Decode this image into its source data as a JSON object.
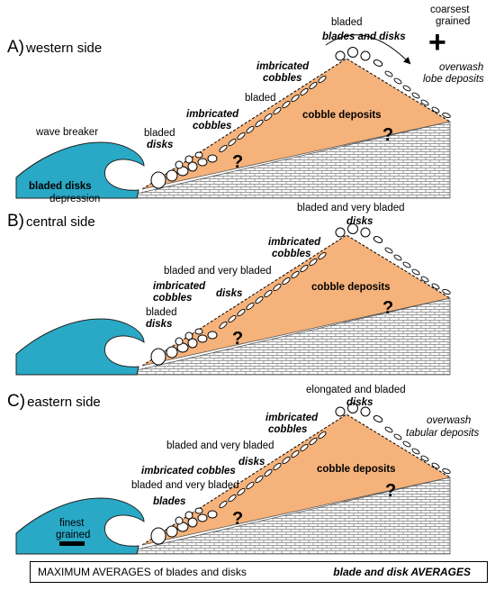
{
  "panels": [
    {
      "letter": "A)",
      "name": "western side",
      "labels": {
        "bladed_top": "bladed",
        "blades_disks": "blades and disks",
        "coarsest": [
          "coarsest",
          "grained"
        ],
        "plus": "+",
        "overwash": [
          "overwash",
          "lobe deposits"
        ],
        "imbricated_upper": [
          "imbricated",
          "cobbles"
        ],
        "bladed_mid": "bladed",
        "imbricated_lower": [
          "imbricated",
          "cobbles"
        ],
        "bladed_low": [
          "bladed",
          "disks"
        ],
        "wave_breaker": "wave breaker",
        "wave_text": "bladed disks",
        "depression": "depression",
        "cobble_deposits": "cobble deposits",
        "question": "?"
      }
    },
    {
      "letter": "B)",
      "name": "central side",
      "labels": {
        "top": [
          "bladed and very bladed",
          "disks"
        ],
        "imbricated_upper": [
          "imbricated",
          "cobbles"
        ],
        "bladed_vb": "bladed and very bladed",
        "imbricated_lower": [
          "imbricated",
          "cobbles"
        ],
        "disks_mid": "disks",
        "bladed_low": [
          "bladed",
          "disks"
        ],
        "cobble_deposits": "cobble deposits",
        "question": "?"
      }
    },
    {
      "letter": "C)",
      "name": "eastern side",
      "labels": {
        "top": [
          "elongated and bladed",
          "disks"
        ],
        "overwash": [
          "overwash",
          "tabular deposits"
        ],
        "imbricated_upper": [
          "imbricated",
          "cobbles"
        ],
        "bladed_vb": "bladed and very bladed",
        "disks_mid": "disks",
        "imbricated_lower": "imbricated cobbles",
        "bladed_vb2": "bladed and very bladed",
        "blades": "blades",
        "finest": [
          "finest",
          "grained"
        ],
        "cobble_deposits": "cobble deposits",
        "question": "?"
      }
    }
  ],
  "footer": {
    "left": "MAXIMUM AVERAGES of  blades and disks",
    "right": "blade and disk AVERAGES"
  },
  "colors": {
    "sea": "#29a9c6",
    "cobble": "#f5b27a",
    "bedrock_fill": "#ffffff",
    "bedrock_lines": "#777777"
  }
}
